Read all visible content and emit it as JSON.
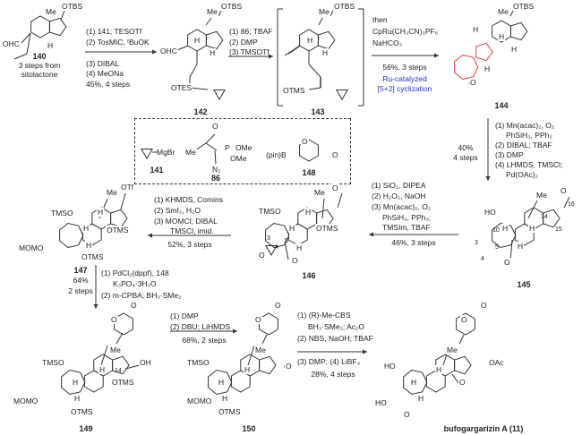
{
  "colors": {
    "highlight_ring": "#e0403a",
    "annotation": "#2233cc",
    "bond": "#333333"
  },
  "compounds": {
    "c140": {
      "label": "140",
      "note1": "3 steps from",
      "note2": "sitolactone",
      "atoms": [
        "Me",
        "OTBS",
        "OHC",
        "H"
      ]
    },
    "c142": {
      "label": "142",
      "atoms": [
        "Me",
        "OTBS",
        "OHC",
        "H",
        "H",
        "OTES"
      ]
    },
    "c143": {
      "label": "143",
      "atoms": [
        "Me",
        "OTBS",
        "H",
        "H",
        "OTMS"
      ]
    },
    "c144": {
      "label": "144",
      "atoms": [
        "Me",
        "OTBS",
        "H",
        "H",
        "H",
        "H",
        "O"
      ]
    },
    "c145": {
      "label": "145",
      "atoms": [
        "Me",
        "O",
        "HO",
        "H",
        "H",
        "H",
        "O",
        "10",
        "14",
        "16",
        "15",
        "3",
        "4",
        "5"
      ]
    },
    "c146": {
      "label": "146",
      "atoms": [
        "Me",
        "O",
        "TMSO",
        "H",
        "H",
        "OTMS",
        "H",
        "O",
        "O",
        "3",
        "4",
        "5"
      ]
    },
    "c147": {
      "label": "147",
      "atoms": [
        "Me",
        "OTf",
        "TMSO",
        "H",
        "H",
        "OTMS",
        "MOMO",
        "H",
        "OTMS"
      ]
    },
    "c149": {
      "label": "149",
      "atoms": [
        "O",
        "O",
        "Me",
        "OH",
        "TMSO",
        "H",
        "H",
        "OTMS",
        "MOMO",
        "H",
        "OTMS",
        "14"
      ]
    },
    "c150": {
      "label": "150",
      "atoms": [
        "O",
        "O",
        "Me",
        "O",
        "TMSO",
        "H",
        "H",
        "MOMO",
        "H",
        "OTMS"
      ]
    },
    "c11": {
      "label": "bufogargarizin A (11)",
      "atoms": [
        "O",
        "O",
        "Me",
        "OAc",
        "HO",
        "H",
        "H",
        "O",
        "HO",
        "H",
        "O"
      ]
    }
  },
  "reagents_box": {
    "r141": {
      "label": "141",
      "text": "MgBr"
    },
    "r86": {
      "label": "86",
      "atoms": [
        "Me",
        "O",
        "P",
        "OMe",
        "OMe",
        "N₂"
      ]
    },
    "r148": {
      "label": "148",
      "atoms": [
        "(pin)B",
        "O",
        "O"
      ]
    }
  },
  "steps": {
    "s1": {
      "above": [
        "(1) 141; TESOTf",
        "(2) TosMIC, ᵗBuOK"
      ],
      "below": [
        "(3) DIBAL",
        "(4) MeONa",
        "45%, 4 steps"
      ]
    },
    "s2": {
      "above": [
        "(1) 86; TBAF",
        "(2) DMP",
        "(3) TMSOTf"
      ]
    },
    "s3": {
      "above": [
        "then",
        "CpRu(CH₃CN)₃PF₆",
        "NaHCO₃"
      ],
      "below": [
        "56%, 3 steps"
      ],
      "note": [
        "Ru-catalyzed",
        "[5+2] cyclization"
      ]
    },
    "s4": {
      "left": [
        "40%",
        "4 steps"
      ],
      "right": [
        "(1) Mn(acac)₂, O₂",
        "PhSiH₃, PPh₃",
        "(2) DIBAL; TBAF",
        "(3) DMP",
        "(4) LHMDS, TMSCl;",
        "Pd(OAc)₂"
      ]
    },
    "s5": {
      "above": [
        "(1) SiO₂, DIPEA",
        "(2) H₂O₂, NaOH",
        "(3) Mn(acac)₂, O₂",
        "PhSiH₃, PPh₃;",
        "TMSIm, TBAF"
      ],
      "below": [
        "46%, 3 steps"
      ]
    },
    "s6": {
      "above": [
        "(1) KHMDS, Comins",
        "(2) SmI₂, H₂O",
        "(3) MOMCl; DIBAL",
        "TMSCl, imid."
      ],
      "below": [
        "52%, 3 steps"
      ]
    },
    "s7": {
      "left": [
        "64%",
        "2 steps"
      ],
      "right": [
        "(1) PdCl₂(dppf), 148",
        "K₃PO₄·3H₂O",
        "(2) m-CPBA; BH₃·SMe₂"
      ]
    },
    "s8": {
      "above": [
        "(1) DMP",
        "(2) DBU; LiHMDS"
      ],
      "below": [
        "68%, 2 steps"
      ]
    },
    "s9": {
      "above": [
        "(1) (R)-Me-CBS",
        "BH₃·SMe₂; Ac₂O",
        "(2) NBS, NaOH; TBAF"
      ],
      "below": [
        "(3) DMP; (4) LiBF₄",
        "28%, 4 steps"
      ]
    }
  }
}
